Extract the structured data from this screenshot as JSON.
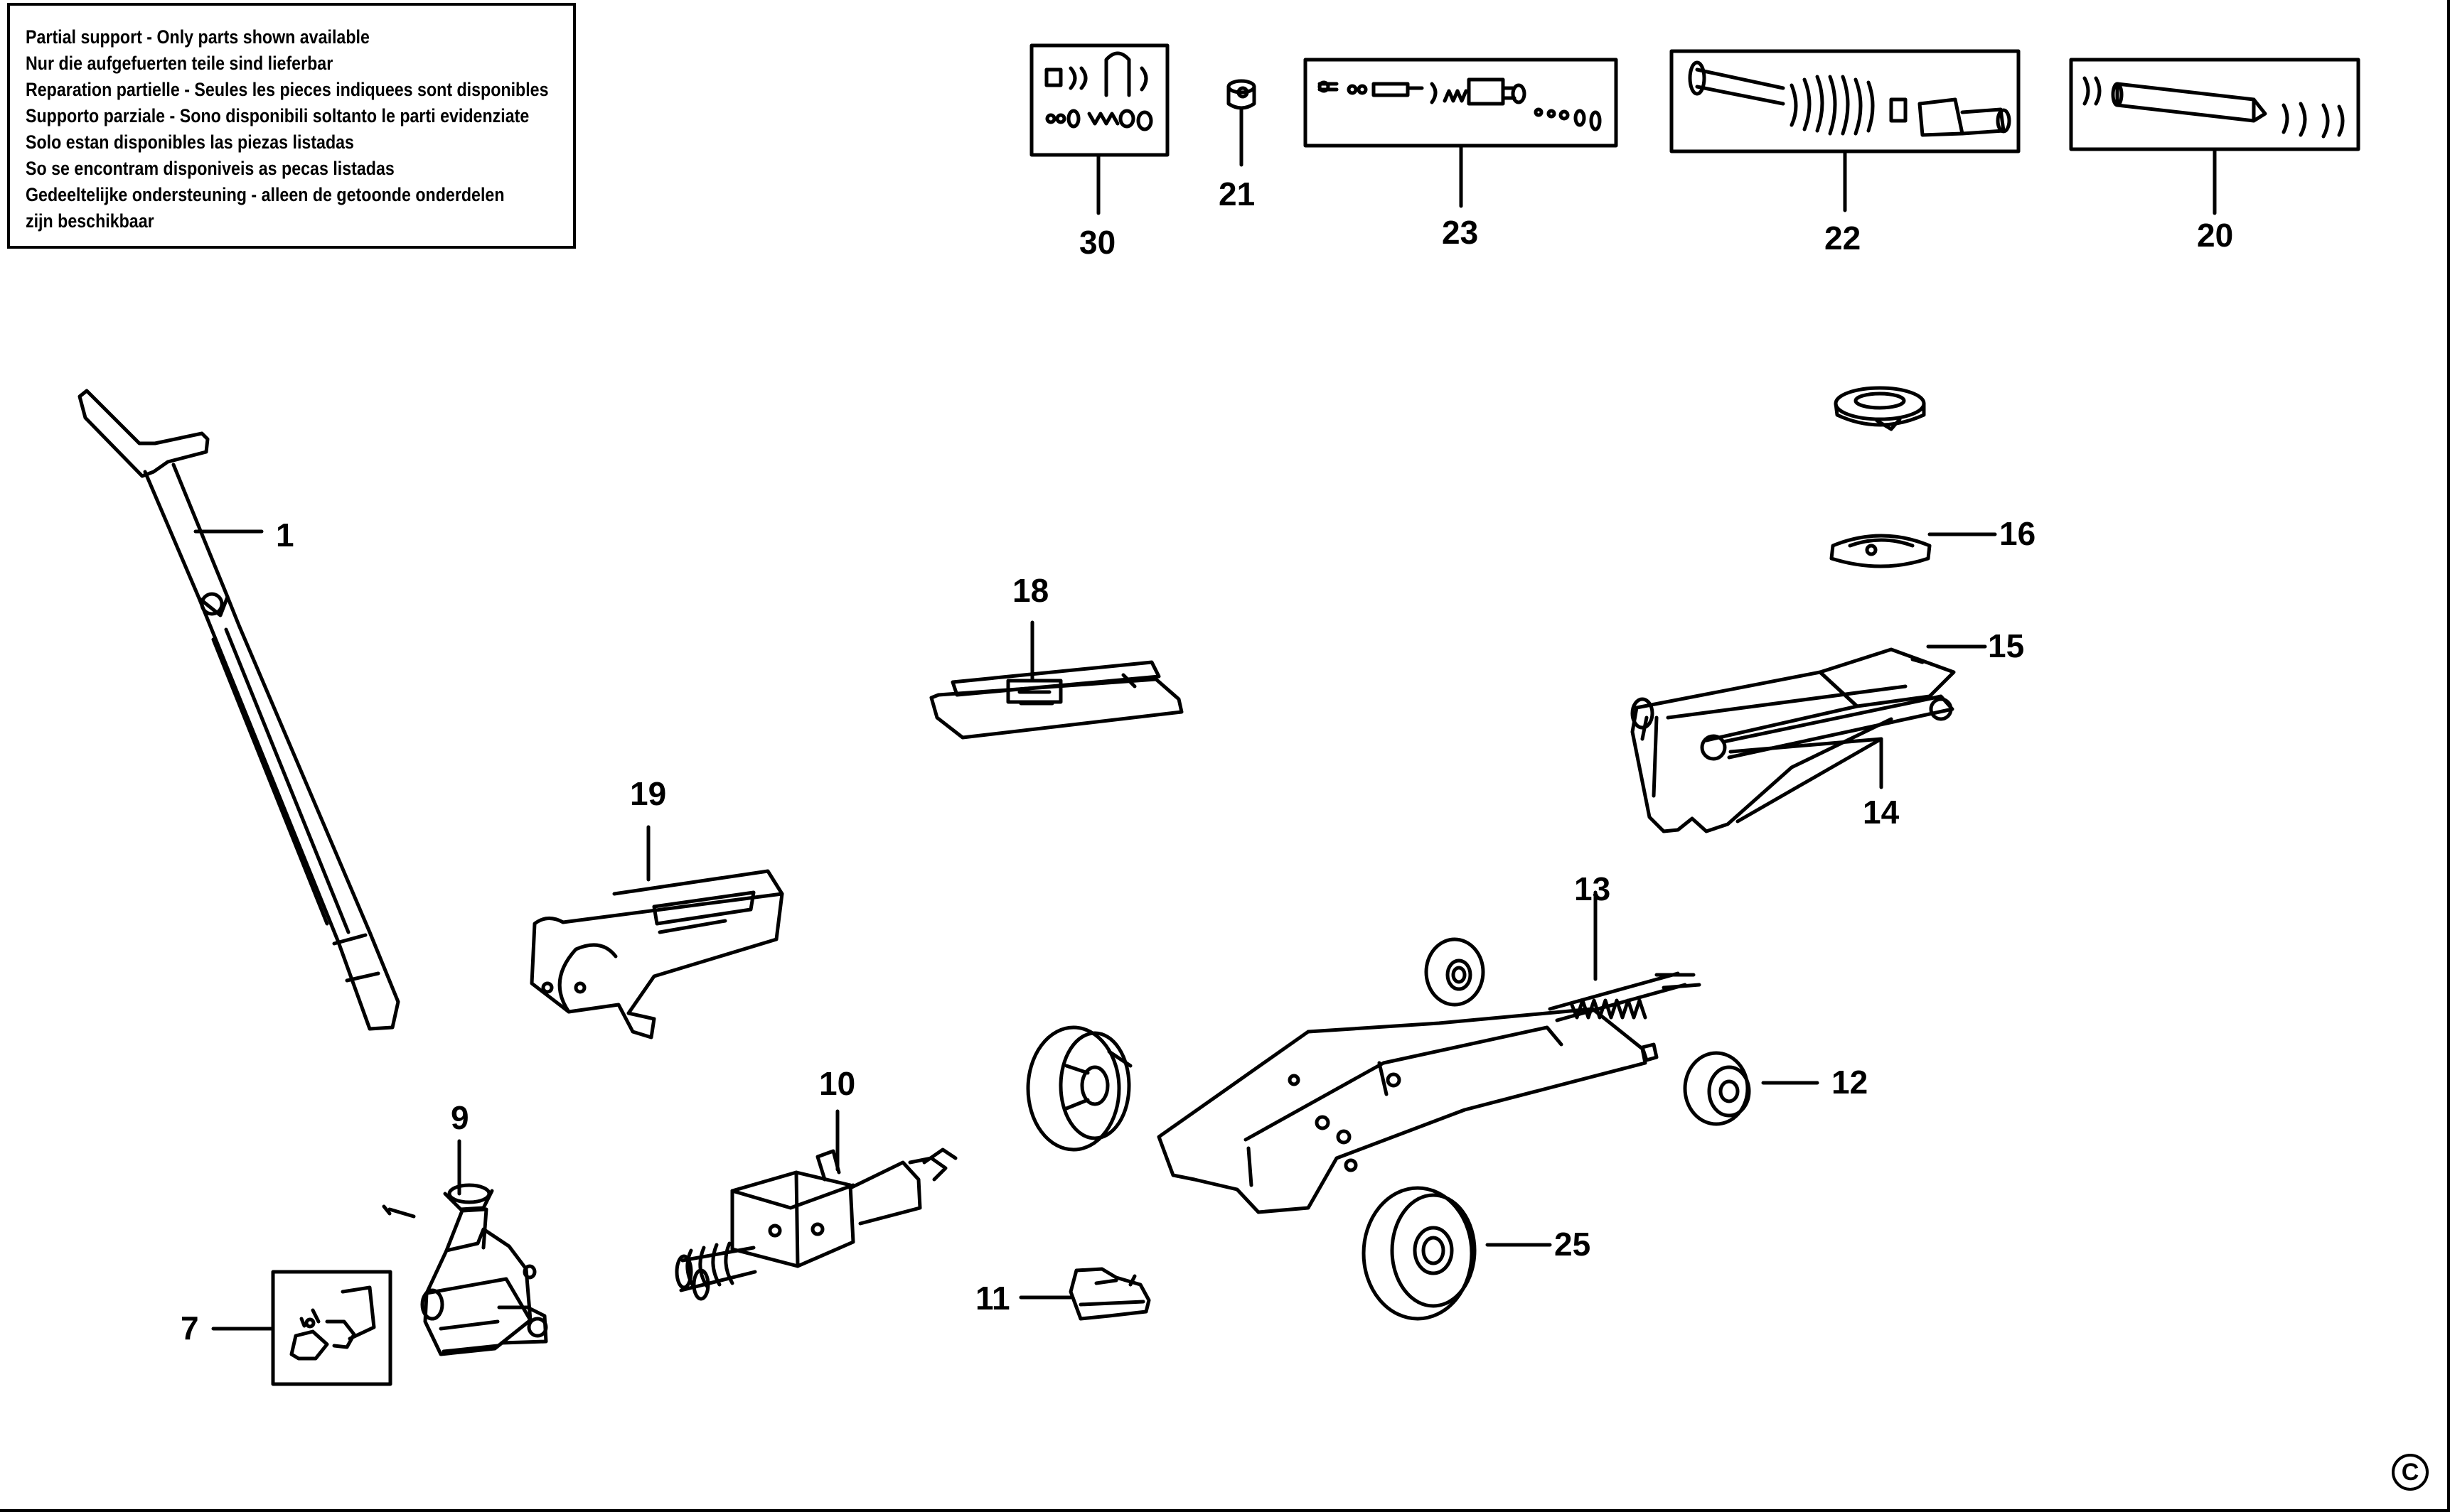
{
  "notice": {
    "lines": [
      "Partial support - Only parts shown available",
      "Nur die aufgefuerten teile sind lieferbar",
      "Reparation partielle - Seules les pieces indiquees sont disponibles",
      "Supporto parziale - Sono disponibili soltanto le parti evidenziate",
      "Solo estan disponibles las piezas listadas",
      "So se encontram disponiveis as pecas listadas",
      "Gedeeltelijke ondersteuning - alleen de getoonde onderdelen",
      "zijn beschikbaar"
    ]
  },
  "parts": {
    "p30": "30",
    "p21": "21",
    "p23": "23",
    "p22": "22",
    "p20": "20",
    "p1": "1",
    "p18": "18",
    "p16": "16",
    "p15": "15",
    "p14": "14",
    "p19": "19",
    "p13": "13",
    "p12": "12",
    "p10": "10",
    "p9": "9",
    "p7": "7",
    "p11": "11",
    "p25": "25"
  },
  "copyright_symbol": "C",
  "colors": {
    "ink": "#000000",
    "paper": "#ffffff"
  }
}
